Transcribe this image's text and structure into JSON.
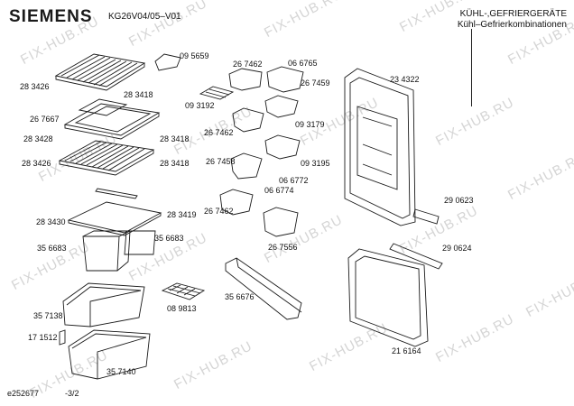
{
  "header": {
    "brand": "SIEMENS",
    "model": "KG26V04/05–V01",
    "category": "KÜHL-,GEFRIERGERÄTE",
    "subcategory": "Kühl–Gefrierkombinationen"
  },
  "watermark": "FIX-HUB.RU",
  "parts": [
    "28 3426",
    "28 3418",
    "26 7667",
    "28 3428",
    "28 3418",
    "28 3426",
    "28 3418",
    "09 5659",
    "09 3192",
    "26 7462",
    "06 6765",
    "26 7459",
    "26 7462",
    "09 3179",
    "26 7458",
    "06 6774",
    "06 6772",
    "09 3195",
    "26 7462",
    "23 4322",
    "28 3430",
    "28 3419",
    "35 6683",
    "35 6683",
    "26 7556",
    "29 0623",
    "29 0624",
    "35 6676",
    "35 7138",
    "08 9813",
    "17 1512",
    "35 7140",
    "21 6164"
  ],
  "footer": {
    "code": "e252677",
    "page": "-3/2"
  }
}
